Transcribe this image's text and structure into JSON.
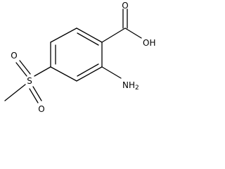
{
  "structure": {
    "carboxyl_oxygen": "O",
    "hydroxyl": "OH",
    "amino": "NH",
    "amino_subscript": "2",
    "sulfur": "S",
    "sulfonyl_oxygen_top": "O",
    "sulfonyl_oxygen_bottom": "O"
  }
}
